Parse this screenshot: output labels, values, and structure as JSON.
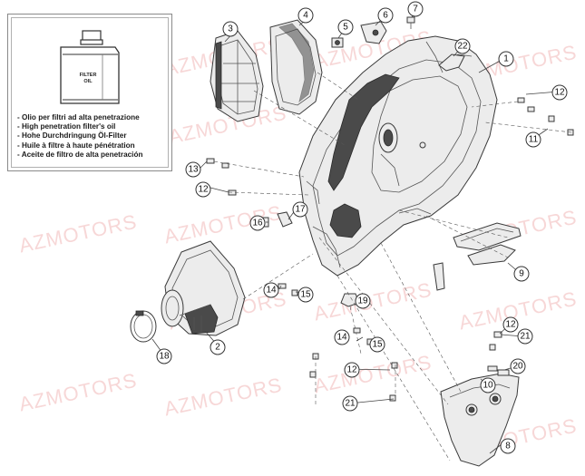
{
  "watermark": "AZMOTORS",
  "inset": {
    "can_label": [
      "FILTER",
      "OIL"
    ],
    "oil_lines": [
      "- Olio per filtri ad alta penetrazione",
      "- High penetration filter's oil",
      "- Hohe Durchdringung Öl-Filter",
      "- Huile à filtre à haute pénétration",
      "- Aceite de filtro de alta penetración"
    ]
  },
  "callouts": [
    {
      "id": "callout-1",
      "label": "1"
    },
    {
      "id": "callout-2",
      "label": "2"
    },
    {
      "id": "callout-3",
      "label": "3"
    },
    {
      "id": "callout-4",
      "label": "4"
    },
    {
      "id": "callout-5",
      "label": "5"
    },
    {
      "id": "callout-6",
      "label": "6"
    },
    {
      "id": "callout-7",
      "label": "7"
    },
    {
      "id": "callout-8",
      "label": "8"
    },
    {
      "id": "callout-9",
      "label": "9"
    },
    {
      "id": "callout-10",
      "label": "10"
    },
    {
      "id": "callout-11",
      "label": "11"
    },
    {
      "id": "callout-12a",
      "label": "12"
    },
    {
      "id": "callout-12b",
      "label": "12"
    },
    {
      "id": "callout-12c",
      "label": "12"
    },
    {
      "id": "callout-12d",
      "label": "12"
    },
    {
      "id": "callout-13",
      "label": "13"
    },
    {
      "id": "callout-14a",
      "label": "14"
    },
    {
      "id": "callout-14b",
      "label": "14"
    },
    {
      "id": "callout-15a",
      "label": "15"
    },
    {
      "id": "callout-15b",
      "label": "15"
    },
    {
      "id": "callout-16",
      "label": "16"
    },
    {
      "id": "callout-17",
      "label": "17"
    },
    {
      "id": "callout-18",
      "label": "18"
    },
    {
      "id": "callout-19",
      "label": "19"
    },
    {
      "id": "callout-20",
      "label": "20"
    },
    {
      "id": "callout-21a",
      "label": "21"
    },
    {
      "id": "callout-21b",
      "label": "21"
    },
    {
      "id": "callout-22",
      "label": "22"
    }
  ],
  "colors": {
    "watermark": "#e26e6e",
    "line": "#3a3a3a",
    "fill_dark": "#4a4a4a",
    "fill_light": "#e8e8e8"
  }
}
